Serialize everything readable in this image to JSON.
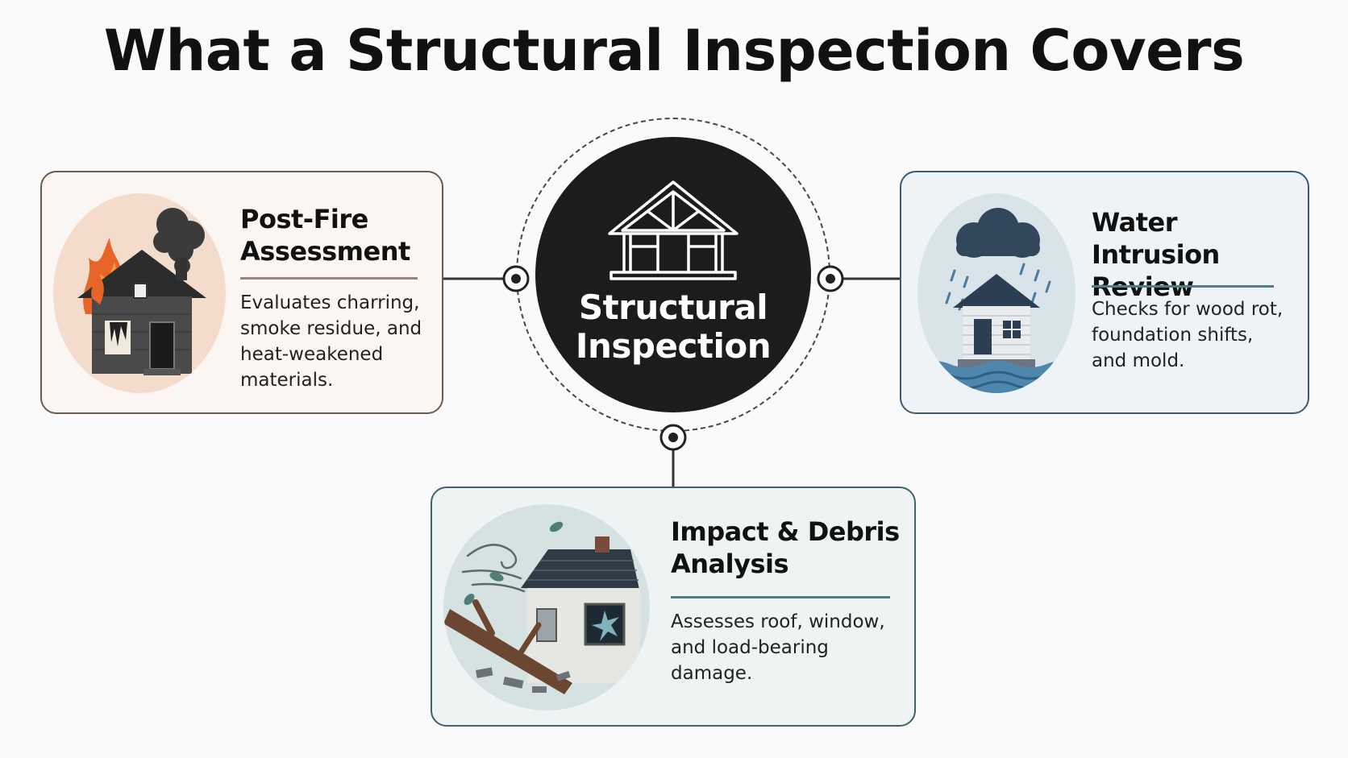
{
  "title": "What a Structural Inspection Covers",
  "hub": {
    "line1": "Structural",
    "line2": "Inspection"
  },
  "cards": {
    "fire": {
      "title_line1": "Post-Fire",
      "title_line2": "Assessment",
      "desc_lines": [
        "Evaluates charring,",
        "smoke residue, and",
        "heat-weakened",
        "materials."
      ],
      "icon": "burning-house-icon"
    },
    "water": {
      "title_line1": "Water Intrusion",
      "title_line2": "Review",
      "desc_lines": [
        "Checks for wood rot,",
        "foundation shifts,",
        "and mold."
      ],
      "icon": "flooded-house-icon"
    },
    "impact": {
      "title_line1": "Impact & Debris",
      "title_line2": "Analysis",
      "desc_lines": [
        "Assesses roof, window,",
        "and load-bearing",
        "damage."
      ],
      "icon": "storm-damaged-house-icon"
    }
  },
  "colors": {
    "hub": "#1b1c1e",
    "fire_border": "#6a5a50",
    "water_border": "#3e5a72",
    "impact_border": "#3f6467",
    "fire_rule": "#9a8678",
    "water_rule": "#4f7f86",
    "impact_rule": "#4f7f86"
  }
}
